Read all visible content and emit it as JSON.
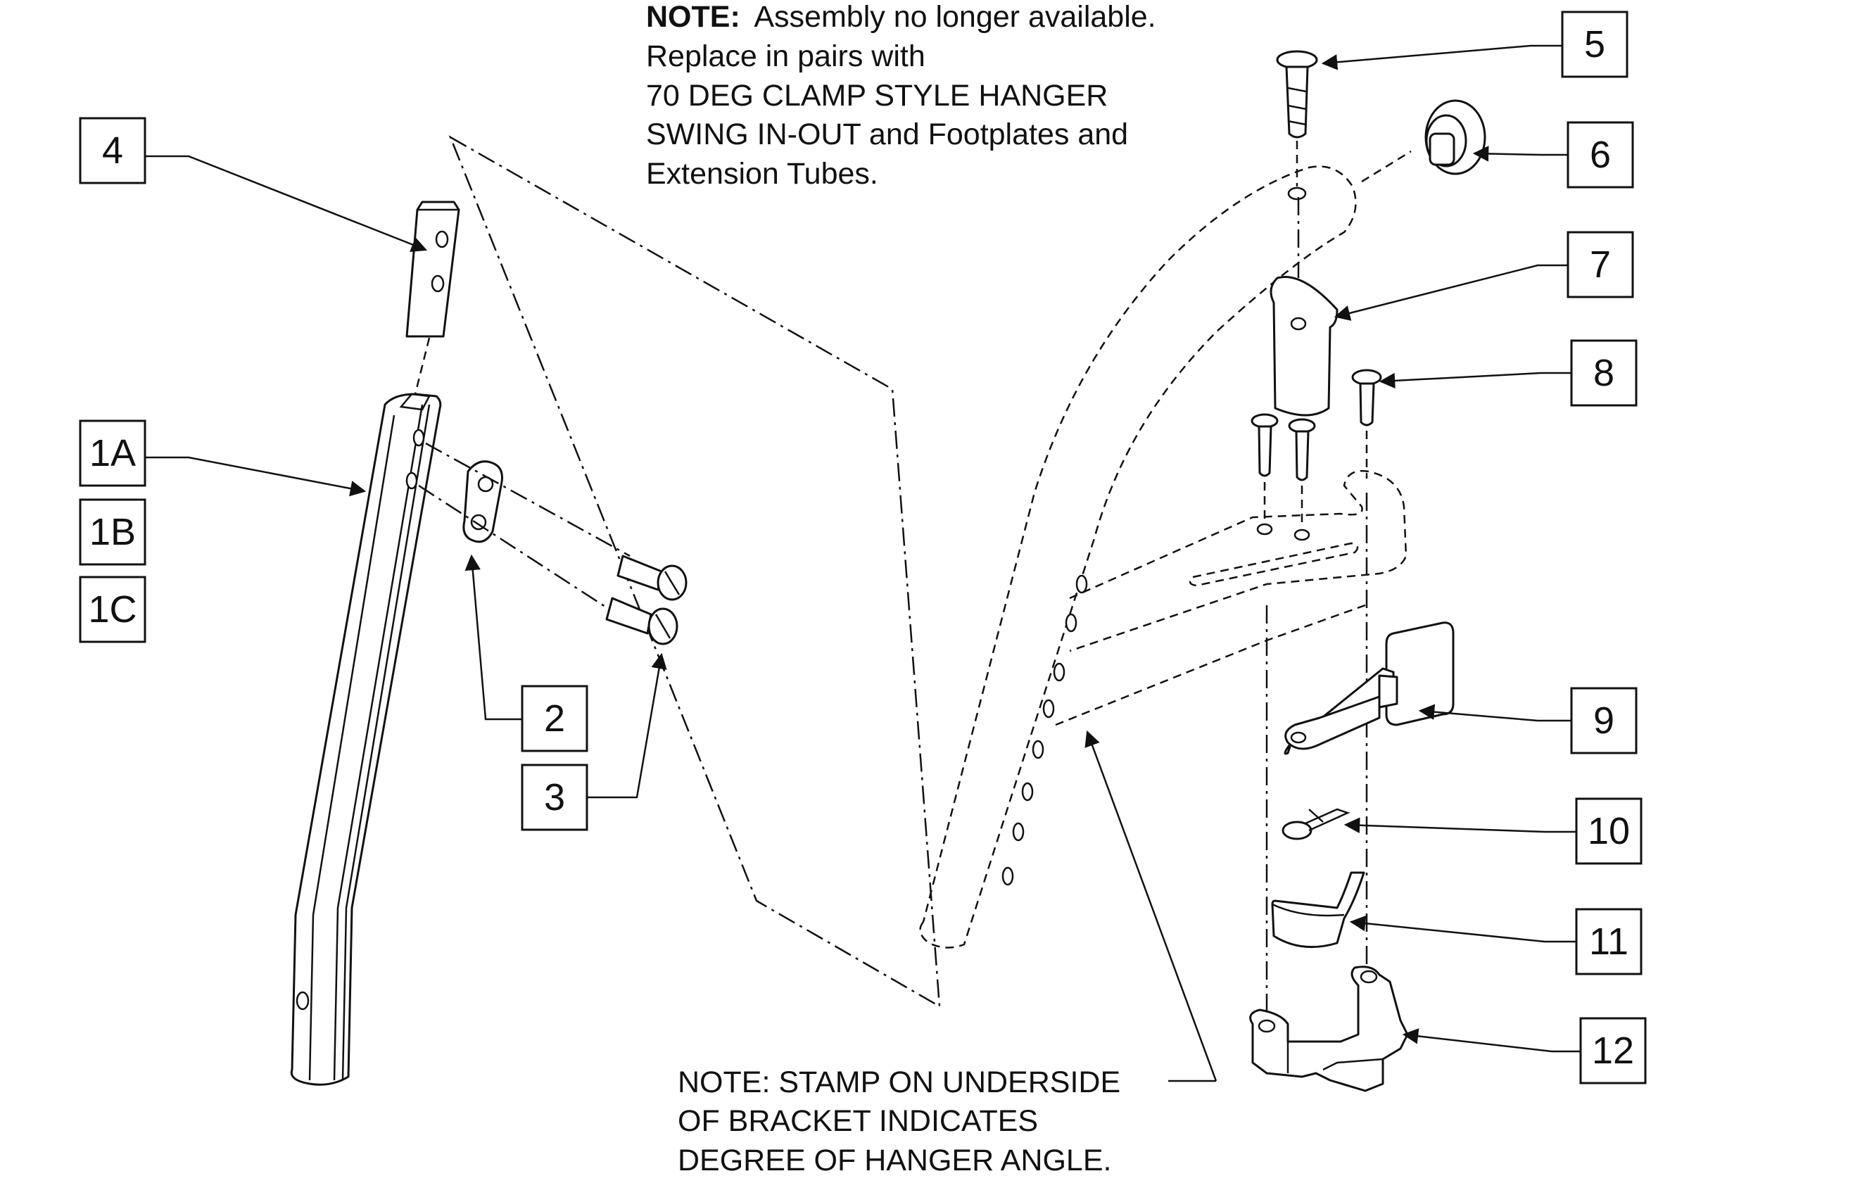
{
  "note_top": {
    "bold": "NOTE:",
    "line1": "Assembly no longer available.",
    "line2": "Replace in pairs with",
    "line3": "70 DEG CLAMP STYLE HANGER",
    "line4": "SWING IN-OUT and Footplates and",
    "line5": "Extension Tubes."
  },
  "note_bottom": {
    "line1": "NOTE: STAMP ON UNDERSIDE",
    "line2": "OF BRACKET INDICATES",
    "line3": "DEGREE OF HANGER ANGLE."
  },
  "callouts": {
    "c1a": "1A",
    "c1b": "1B",
    "c1c": "1C",
    "c2": "2",
    "c3": "3",
    "c4": "4",
    "c5": "5",
    "c6": "6",
    "c7": "7",
    "c8": "8",
    "c9": "9",
    "c10": "10",
    "c11": "11",
    "c12": "12"
  }
}
